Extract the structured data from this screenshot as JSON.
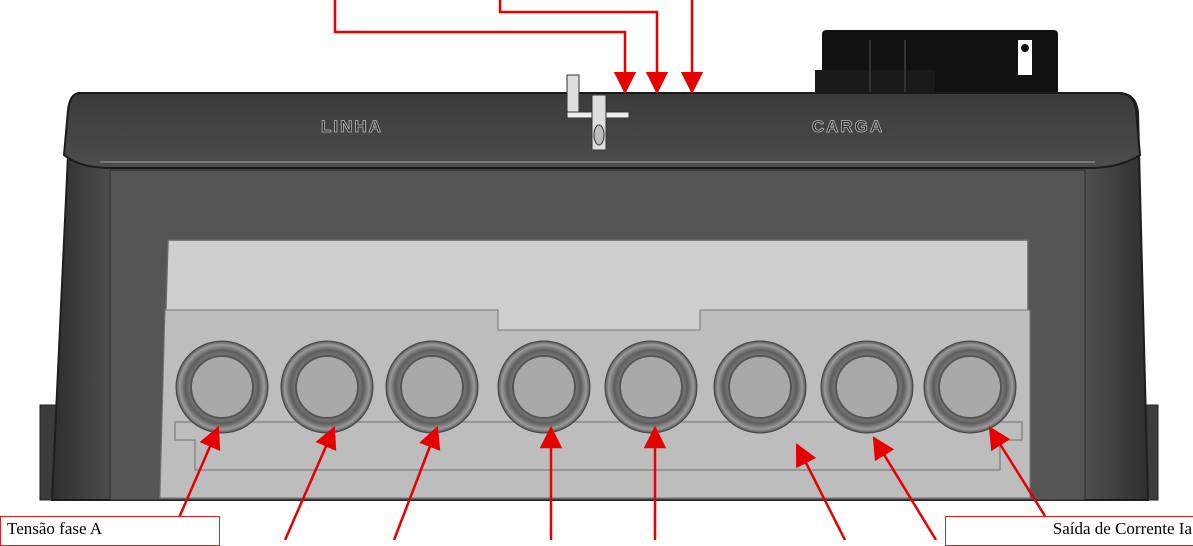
{
  "panel_labels": {
    "line": "LINHA",
    "load": "CARGA"
  },
  "callouts": {
    "left": "Tensão fase A",
    "right": "Saída de Corrente Ia"
  },
  "terminal_count": 8,
  "colors": {
    "arrow": "#e60000",
    "housing": "#4a4a4a",
    "housing_dark": "#2b2b2b",
    "inner_panel": "#c9c9c9"
  },
  "icons": [
    "terminal-hole-icon",
    "connector-icon",
    "seal-screw-icon"
  ]
}
